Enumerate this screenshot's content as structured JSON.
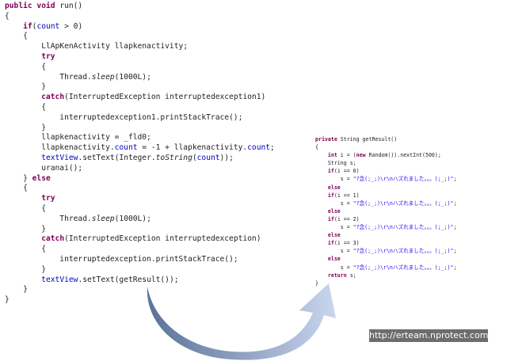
{
  "left_code": [
    [
      {
        "t": "public void",
        "c": "kw"
      },
      {
        "t": " run()"
      }
    ],
    [
      {
        "t": "{"
      }
    ],
    [
      {
        "t": "    "
      },
      {
        "t": "if",
        "c": "kw"
      },
      {
        "t": "("
      },
      {
        "t": "count",
        "c": "fld"
      },
      {
        "t": " > 0)"
      }
    ],
    [
      {
        "t": "    {"
      }
    ],
    [
      {
        "t": "        LlApKenActivity llapkenactivity;"
      }
    ],
    [
      {
        "t": "        "
      },
      {
        "t": "try",
        "c": "kw"
      }
    ],
    [
      {
        "t": "        {"
      }
    ],
    [
      {
        "t": "            Thread."
      },
      {
        "t": "sleep",
        "c": "it"
      },
      {
        "t": "(1000L);"
      }
    ],
    [
      {
        "t": "        }"
      }
    ],
    [
      {
        "t": "        "
      },
      {
        "t": "catch",
        "c": "kw"
      },
      {
        "t": "(InterruptedException interruptedexception1)"
      }
    ],
    [
      {
        "t": "        {"
      }
    ],
    [
      {
        "t": "            interruptedexception1.printStackTrace();"
      }
    ],
    [
      {
        "t": "        }"
      }
    ],
    [
      {
        "t": "        llapkenactivity = _fld0;"
      }
    ],
    [
      {
        "t": "        llapkenactivity."
      },
      {
        "t": "count",
        "c": "fld"
      },
      {
        "t": " = -1 + llapkenactivity."
      },
      {
        "t": "count",
        "c": "fld"
      },
      {
        "t": ";"
      }
    ],
    [
      {
        "t": "        "
      },
      {
        "t": "textView",
        "c": "fld"
      },
      {
        "t": ".setText(Integer."
      },
      {
        "t": "toString",
        "c": "it"
      },
      {
        "t": "("
      },
      {
        "t": "count",
        "c": "fld"
      },
      {
        "t": "));"
      }
    ],
    [
      {
        "t": "        uranai();"
      }
    ],
    [
      {
        "t": "    } "
      },
      {
        "t": "else",
        "c": "kw"
      }
    ],
    [
      {
        "t": "    {"
      }
    ],
    [
      {
        "t": "        "
      },
      {
        "t": "try",
        "c": "kw"
      }
    ],
    [
      {
        "t": "        {"
      }
    ],
    [
      {
        "t": "            Thread."
      },
      {
        "t": "sleep",
        "c": "it"
      },
      {
        "t": "(1000L);"
      }
    ],
    [
      {
        "t": "        }"
      }
    ],
    [
      {
        "t": "        "
      },
      {
        "t": "catch",
        "c": "kw"
      },
      {
        "t": "(InterruptedException interruptedexception)"
      }
    ],
    [
      {
        "t": "        {"
      }
    ],
    [
      {
        "t": "            interruptedexception.printStackTrace();"
      }
    ],
    [
      {
        "t": "        }"
      }
    ],
    [
      {
        "t": "        "
      },
      {
        "t": "textView",
        "c": "fld"
      },
      {
        "t": ".setText(getResult());"
      }
    ],
    [
      {
        "t": "    }"
      }
    ],
    [
      {
        "t": "}"
      }
    ]
  ],
  "right_code": [
    [
      {
        "t": "private",
        "c": "kw"
      },
      {
        "t": " String getResult()"
      }
    ],
    [
      {
        "t": "{"
      }
    ],
    [
      {
        "t": "    "
      },
      {
        "t": "int",
        "c": "kw"
      },
      {
        "t": " i = ("
      },
      {
        "t": "new",
        "c": "kw"
      },
      {
        "t": " Random()).nextInt(500);"
      }
    ],
    [
      {
        "t": "    String s;"
      }
    ],
    [
      {
        "t": "    "
      },
      {
        "t": "if",
        "c": "kw"
      },
      {
        "t": "(i == 0)"
      }
    ],
    [
      {
        "t": "        s = "
      },
      {
        "t": "\"?念(;_;)\\r\\nハズれました。。。(;_;)\"",
        "c": "str"
      },
      {
        "t": ";"
      }
    ],
    [
      {
        "t": "    "
      },
      {
        "t": "else",
        "c": "kw"
      }
    ],
    [
      {
        "t": "    "
      },
      {
        "t": "if",
        "c": "kw"
      },
      {
        "t": "(i == 1)"
      }
    ],
    [
      {
        "t": "        s = "
      },
      {
        "t": "\"?念(;_;)\\r\\nハズれました。。。(;_;)\"",
        "c": "str"
      },
      {
        "t": ";"
      }
    ],
    [
      {
        "t": "    "
      },
      {
        "t": "else",
        "c": "kw"
      }
    ],
    [
      {
        "t": "    "
      },
      {
        "t": "if",
        "c": "kw"
      },
      {
        "t": "(i == 2)"
      }
    ],
    [
      {
        "t": "        s = "
      },
      {
        "t": "\"?念(;_;)\\r\\nハズれました。。。(;_;)\"",
        "c": "str"
      },
      {
        "t": ";"
      }
    ],
    [
      {
        "t": "    "
      },
      {
        "t": "else",
        "c": "kw"
      }
    ],
    [
      {
        "t": "    "
      },
      {
        "t": "if",
        "c": "kw"
      },
      {
        "t": "(i == 3)"
      }
    ],
    [
      {
        "t": "        s = "
      },
      {
        "t": "\"?念(;_;)\\r\\nハズれました。。。(;_;)\"",
        "c": "str"
      },
      {
        "t": ";"
      }
    ],
    [
      {
        "t": "    "
      },
      {
        "t": "else",
        "c": "kw"
      }
    ],
    [
      {
        "t": "        s = "
      },
      {
        "t": "\"?念(;_;)\\r\\nハズれました。。。(;_;)\"",
        "c": "str"
      },
      {
        "t": ";"
      }
    ],
    [
      {
        "t": "    "
      },
      {
        "t": "return",
        "c": "kw"
      },
      {
        "t": " s;"
      }
    ],
    [
      {
        "t": "}"
      }
    ]
  ],
  "watermark": "http://erteam.nprotect.com",
  "colors": {
    "keyword": "#7f0055",
    "field": "#0000c0",
    "string": "#2a00ff",
    "arrow_dark": "#5b7398",
    "arrow_light": "#b8c8e8"
  },
  "icons": {
    "arrow": "curved-arrow-icon"
  }
}
